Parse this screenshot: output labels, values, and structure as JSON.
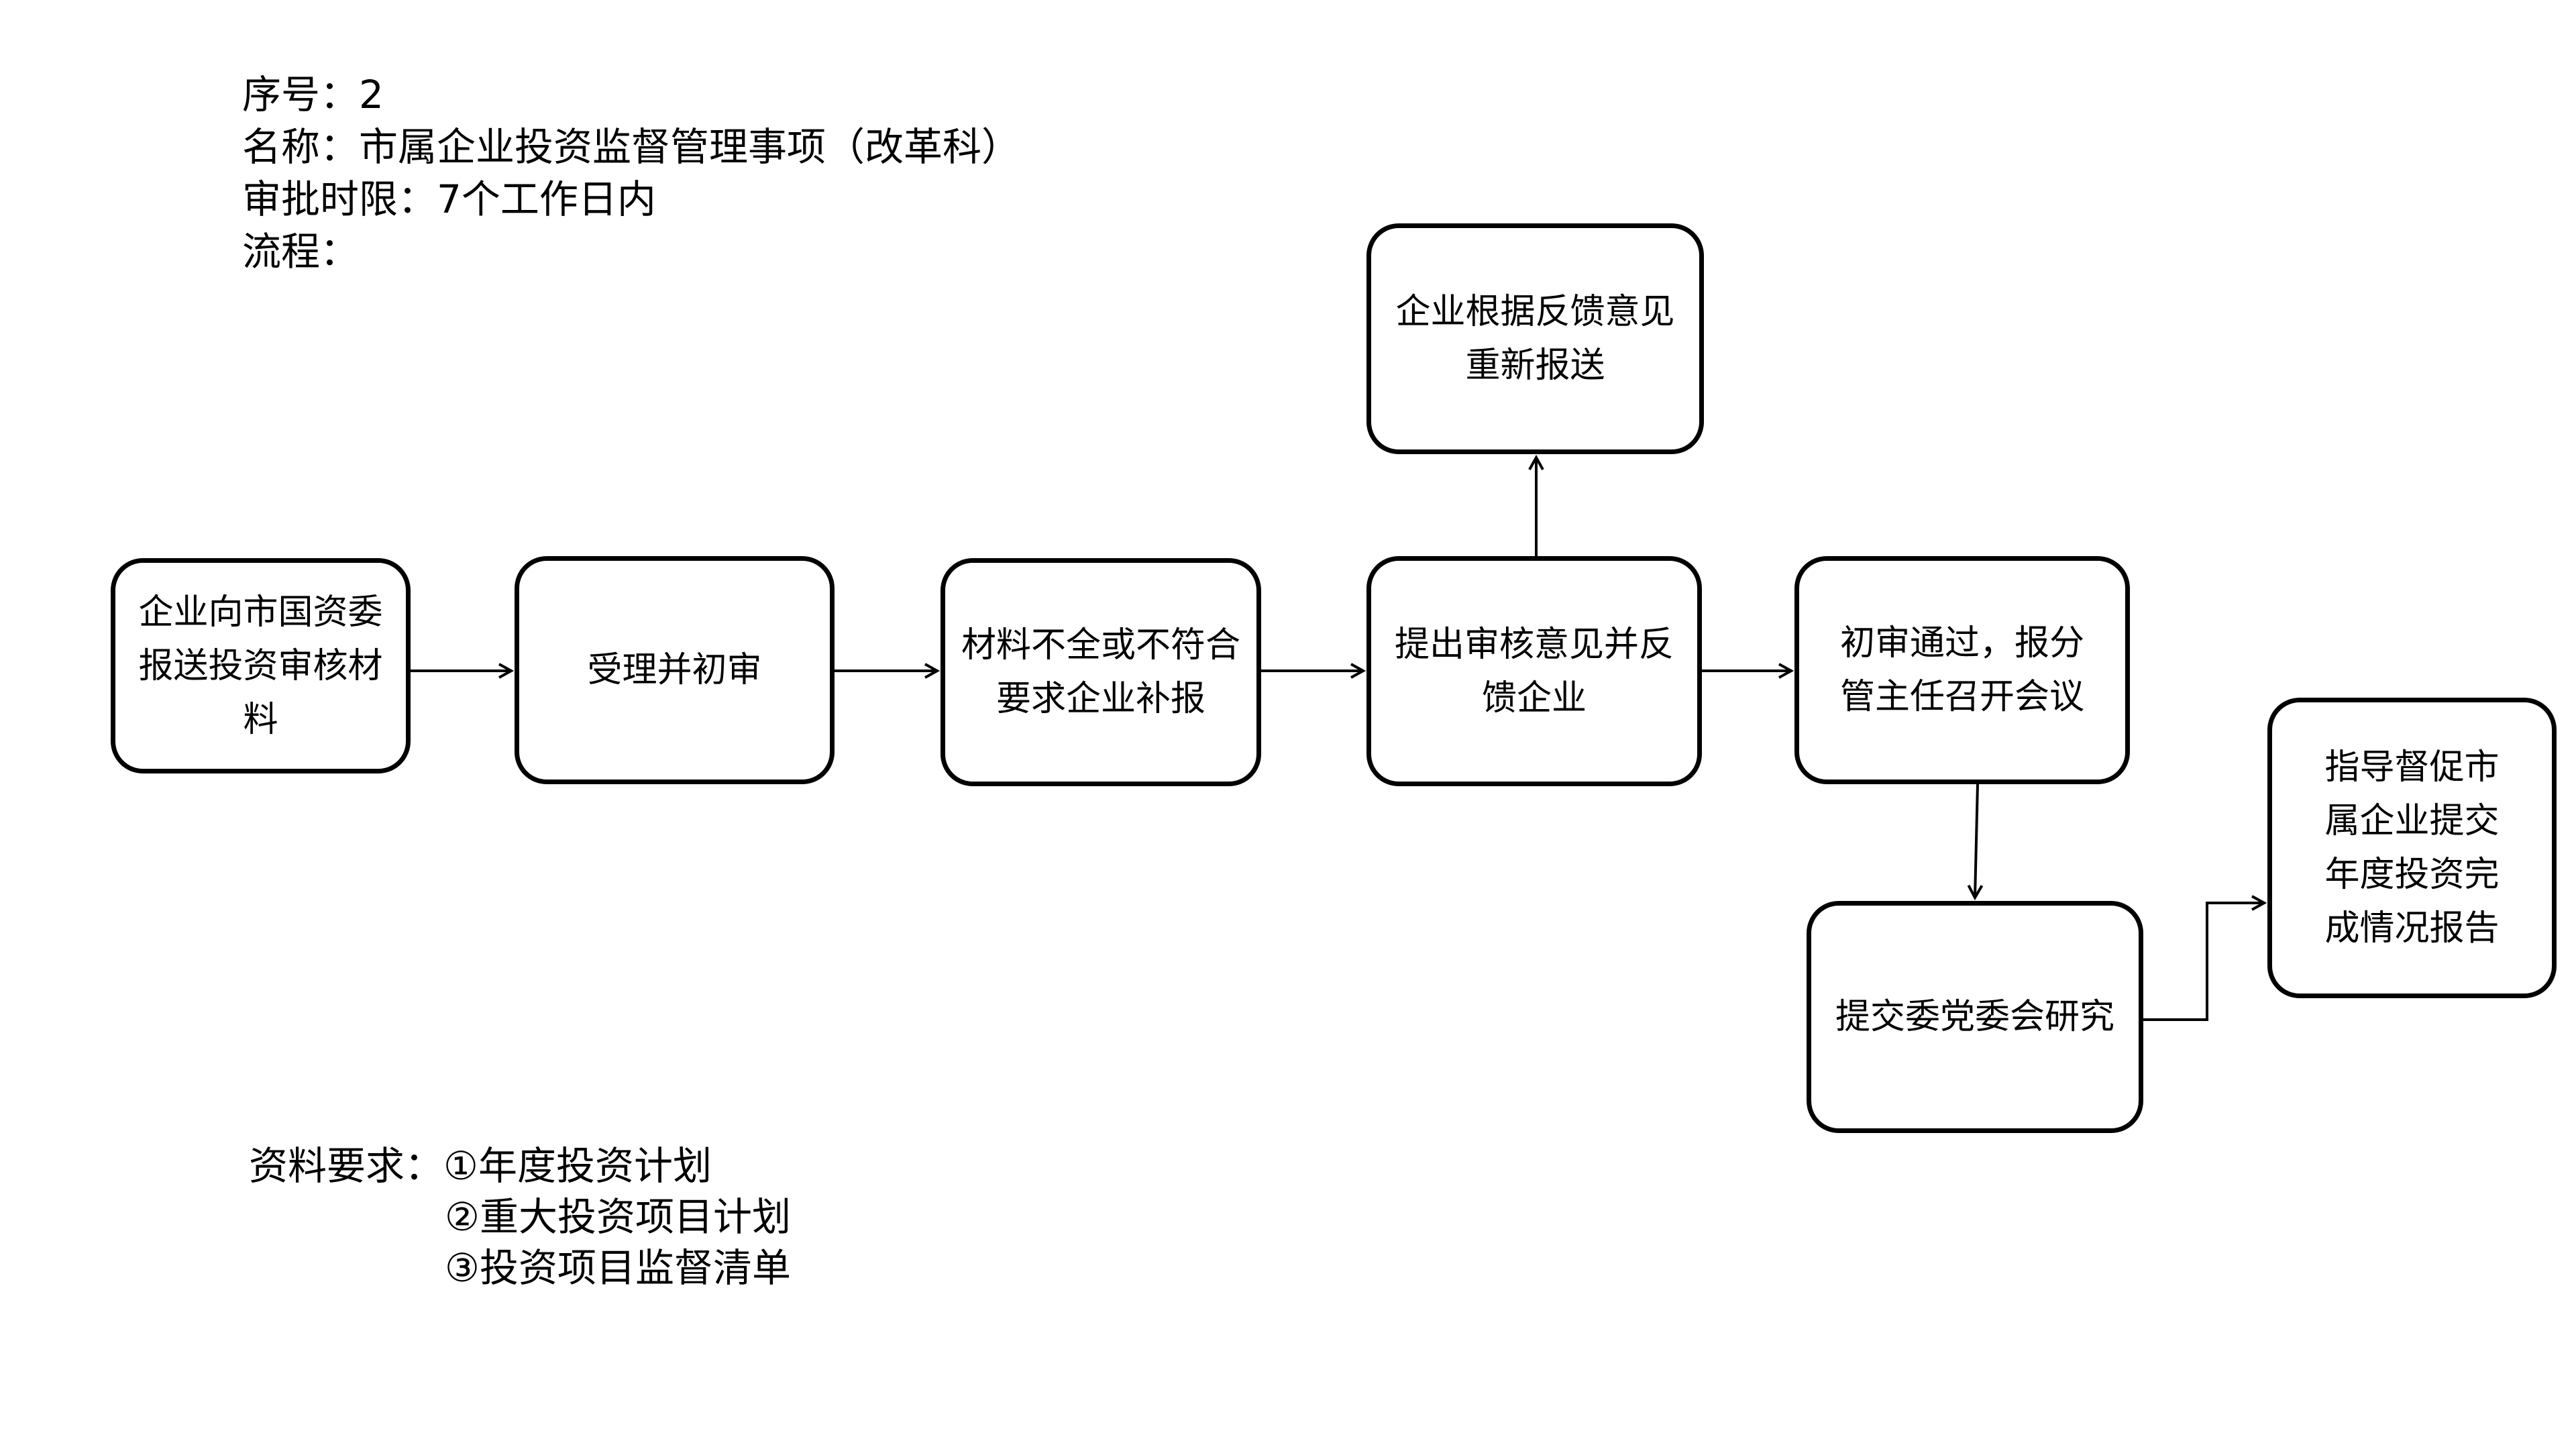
{
  "header": {
    "serial": "序号：2",
    "name": "名称：市属企业投资监督管理事项（改革科）",
    "time_limit": "审批时限：7个工作日内",
    "process_label": "流程："
  },
  "nodes": {
    "submit": [
      "企业向市国资委",
      "报送投资审核材",
      "料"
    ],
    "accept": [
      "受理并初审"
    ],
    "incomplete": [
      "材料不全或不符合",
      "要求企业补报"
    ],
    "opinion": [
      "提出审核意见并反",
      "馈企业"
    ],
    "resubmit": [
      "企业根据反馈意见",
      "重新报送"
    ],
    "passed": [
      "初审通过，报分",
      "管主任召开会议"
    ],
    "committee": [
      "提交委党委会研究"
    ],
    "supervise": [
      "指导督促市",
      "属企业提交",
      "年度投资完",
      "成情况报告"
    ]
  },
  "materials": {
    "label": "资料要求：",
    "items": [
      "①年度投资计划",
      "②重大投资项目计划",
      "③投资项目监督清单"
    ]
  }
}
